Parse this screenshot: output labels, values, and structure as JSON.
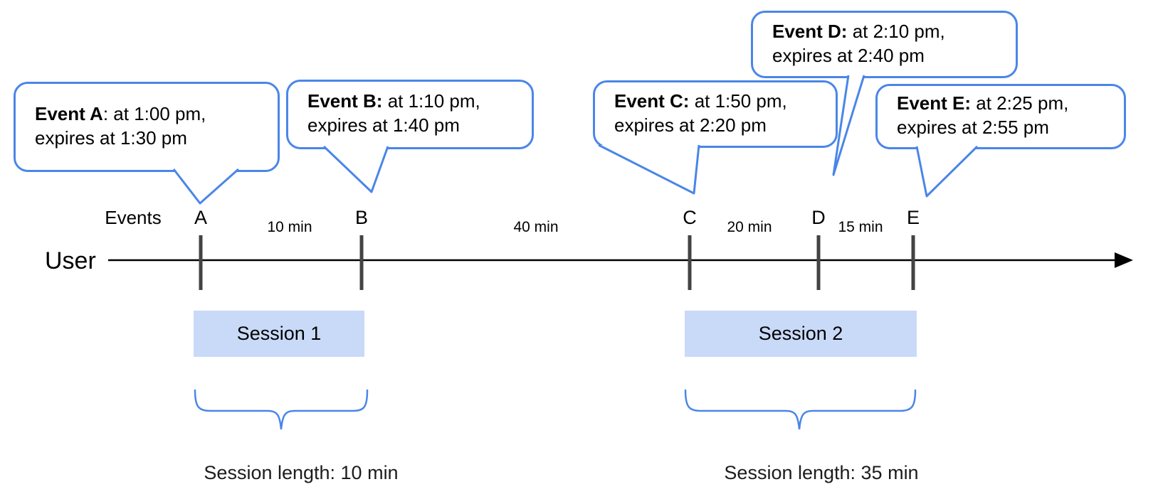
{
  "colors": {
    "bubble_border": "#4a86e8",
    "session_fill": "#c9daf8",
    "tick": "#434343",
    "line": "#000000"
  },
  "axis": {
    "events_label": "Events",
    "user_label": "User"
  },
  "bubbles": [
    {
      "title": "Event A",
      "time": ": at 1:00 pm,",
      "expiry": "expires at 1:30 pm"
    },
    {
      "title": "Event B:",
      "time": " at 1:10 pm,",
      "expiry": "expires at 1:40 pm"
    },
    {
      "title": "Event C:",
      "time": " at 1:50 pm,",
      "expiry": "expires at 2:20 pm"
    },
    {
      "title": "Event D:",
      "time": " at 2:10 pm,",
      "expiry": "expires at 2:40 pm"
    },
    {
      "title": "Event E:",
      "time": " at 2:25 pm,",
      "expiry": "expires at 2:55 pm"
    }
  ],
  "event_letters": [
    "A",
    "B",
    "C",
    "D",
    "E"
  ],
  "gap_labels": [
    "10 min",
    "40 min",
    "20 min",
    "15 min"
  ],
  "sessions": [
    {
      "name": "Session 1",
      "length": "Session length: 10 min"
    },
    {
      "name": "Session 2",
      "length": "Session length: 35 min"
    }
  ]
}
